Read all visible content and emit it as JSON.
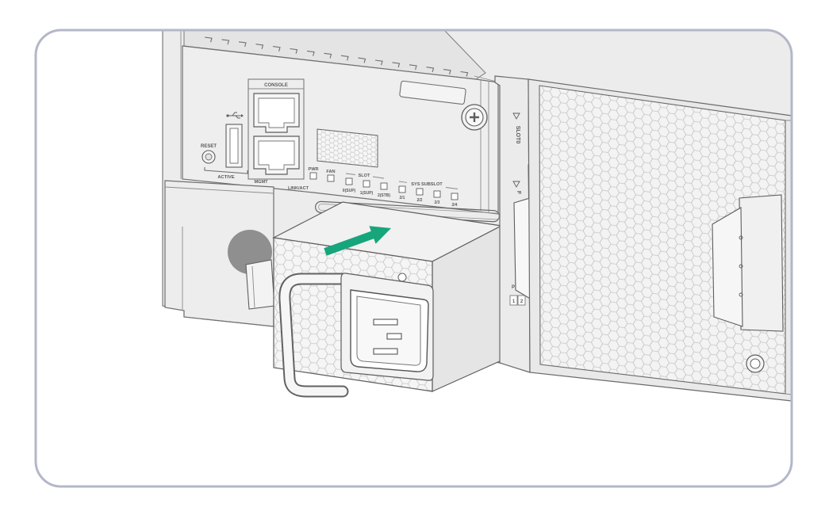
{
  "colors": {
    "frame": "#b4b7c9",
    "arrow": "#17a57b",
    "chassis": "#ececec",
    "outline": "#7a7a7a"
  },
  "card": {
    "reset_label": "RESET",
    "usb_icon": "usb-icon",
    "console_label": "CONSOLE",
    "active_label": "ACTIVE",
    "mgmt_label": "MGMT",
    "link_act_label": "LINK/ACT",
    "pwr_label": "PWR",
    "fan_label": "FAN",
    "slot_group_label": "SLOT",
    "slot_leds": [
      "0(SUP)",
      "1(SUP)",
      "2(STB)"
    ],
    "subslot_group_label": "SYS SUBSLOT",
    "subslot_leds": [
      "2/1",
      "2/2",
      "2/3",
      "2/4"
    ]
  },
  "divider": {
    "slot_label": "SLOT0",
    "second_label": "F",
    "port_label": "P",
    "ports": [
      "1",
      "2"
    ],
    "marker_icon": "triangle-marker-icon"
  },
  "power_module": {
    "insert_arrow_icon": "arrow-up-right-icon",
    "inlet_icon": "ac-inlet-icon",
    "handle_icon": "handle-icon"
  }
}
